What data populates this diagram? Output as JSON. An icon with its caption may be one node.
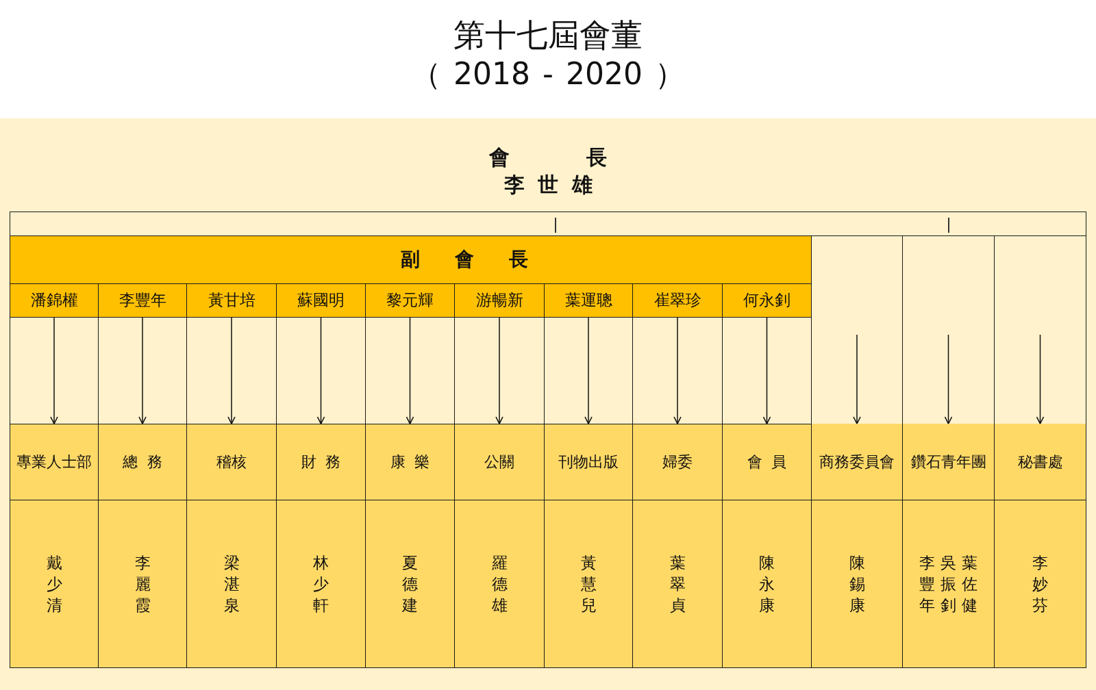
{
  "diagram": {
    "title": "第十七屆會董",
    "nodes": [
      {
        "text": [
          "會 長",
          "李 世 雄"
        ]
      },
      {
        "text": [
          "副 會 長"
        ]
      },
      {
        "text": [
          "潘錦權"
        ]
      },
      {
        "text": [
          "李豐年"
        ]
      },
      {
        "text": [
          "黃甘培"
        ]
      },
      {
        "text": [
          "蘇國明"
        ]
      },
      {
        "text": [
          "黎元輝"
        ]
      },
      {
        "text": [
          "游暢新"
        ]
      },
      {
        "text": [
          "葉運聰"
        ]
      },
      {
        "text": [
          "崔翠珍"
        ]
      },
      {
        "text": [
          "何永釗"
        ]
      },
      {
        "text": [
          "專業人士部"
        ]
      },
      {
        "text": [
          "總 務"
        ]
      },
      {
        "text": [
          "稽核"
        ]
      },
      {
        "text": [
          "財 務"
        ]
      },
      {
        "text": [
          "康 樂"
        ]
      },
      {
        "text": [
          "公關"
        ]
      },
      {
        "text": [
          "刊物出版"
        ]
      },
      {
        "text": [
          "婦委"
        ]
      },
      {
        "text": [
          "會 員"
        ]
      },
      {
        "text": [
          "商務委員會"
        ]
      },
      {
        "text": [
          "鑽石青年團"
        ]
      },
      {
        "text": [
          "秘書處"
        ]
      },
      {
        "text": [
          "戴少清"
        ]
      },
      {
        "text": [
          "李麗霞"
        ]
      },
      {
        "text": [
          "梁湛泉"
        ]
      },
      {
        "text": [
          "林少軒"
        ]
      },
      {
        "text": [
          "夏德建"
        ]
      },
      {
        "text": [
          "羅德雄"
        ]
      },
      {
        "text": [
          "黃慧兒"
        ]
      },
      {
        "text": [
          "葉翠貞"
        ]
      },
      {
        "text": [
          "陳永康"
        ]
      },
      {
        "text": [
          "陳錫康"
        ]
      },
      {
        "text": [
          "李豐年",
          "吳振釗",
          "葉佐健"
        ]
      },
      {
        "text": [
          "李妙芬"
        ]
      }
    ],
    "edges": [
      {
        "from": 2,
        "to": 11,
        "arrow": "to"
      },
      {
        "from": 3,
        "to": 12,
        "arrow": "to"
      },
      {
        "from": 4,
        "to": 13,
        "arrow": "to"
      },
      {
        "from": 5,
        "to": 14,
        "arrow": "to"
      },
      {
        "from": 6,
        "to": 15,
        "arrow": "to"
      },
      {
        "from": 7,
        "to": 16,
        "arrow": "to"
      },
      {
        "from": 8,
        "to": 17,
        "arrow": "to"
      },
      {
        "from": 9,
        "to": 18,
        "arrow": "to"
      },
      {
        "from": 10,
        "to": 19,
        "arrow": "to"
      },
      {
        "from": null,
        "to": 20,
        "arrow": "to"
      },
      {
        "from": null,
        "to": 21,
        "arrow": "to"
      },
      {
        "from": null,
        "to": 22,
        "arrow": "to"
      }
    ],
    "labels": [
      "（ 2018 - 2020 ）"
    ]
  }
}
